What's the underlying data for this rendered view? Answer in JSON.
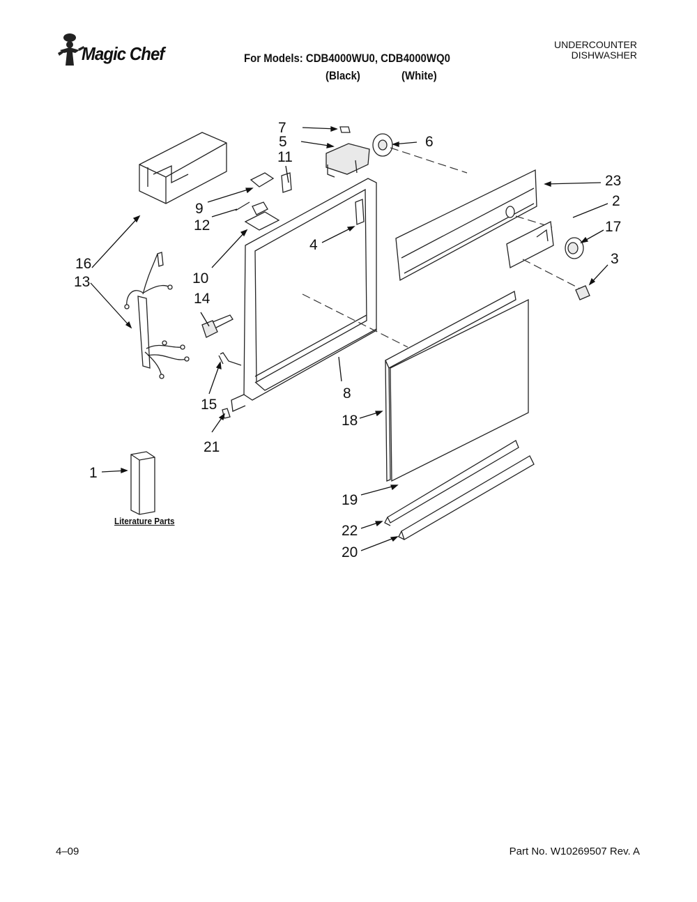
{
  "header": {
    "brand": "Magic Chef",
    "title": "For Models: CDB4000WU0, CDB4000WQ0",
    "variant_black": "(Black)",
    "variant_white": "(White)",
    "category_line1": "UNDERCOUNTER",
    "category_line2": "DISHWASHER"
  },
  "callouts": {
    "c1": "1",
    "c2": "2",
    "c3": "3",
    "c4": "4",
    "c5": "5",
    "c6": "6",
    "c7": "7",
    "c8": "8",
    "c9": "9",
    "c10": "10",
    "c11": "11",
    "c12": "12",
    "c13": "13",
    "c14": "14",
    "c15": "15",
    "c16": "16",
    "c17": "17",
    "c18": "18",
    "c19": "19",
    "c20": "20",
    "c21": "21",
    "c22": "22",
    "c23": "23"
  },
  "literature_label": "Literature Parts",
  "footer": {
    "date": "4–09",
    "part_number": "Part No. W10269507 Rev. A"
  }
}
